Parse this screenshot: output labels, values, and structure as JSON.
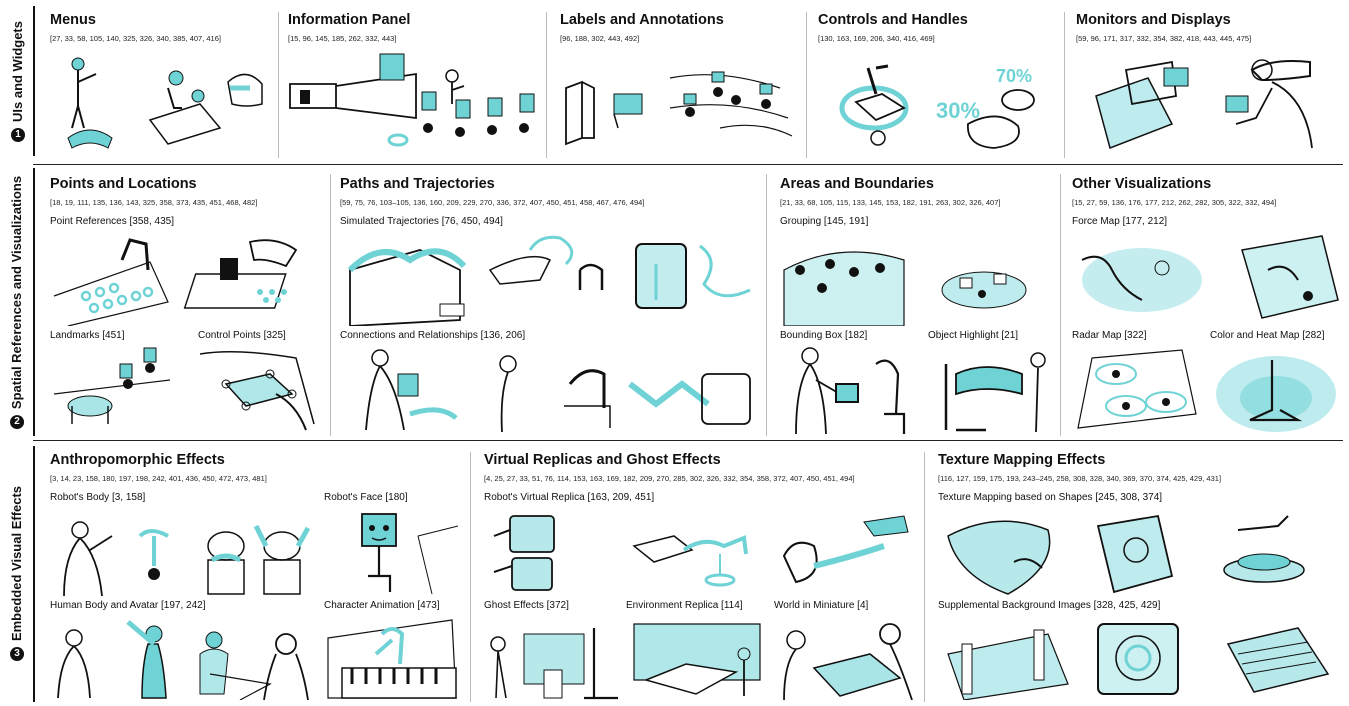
{
  "rows": [
    {
      "number": "1",
      "title": "UIs and Widgets"
    },
    {
      "number": "2",
      "title": "Spatial References and Visualizations"
    },
    {
      "number": "3",
      "title": "Embedded Visual Effects"
    }
  ],
  "row1": [
    {
      "title": "Menus",
      "refs": "[27, 33, 58, 105, 140, 325, 326, 340, 385, 407, 416]"
    },
    {
      "title": "Information Panel",
      "refs": "[15, 96, 145, 185, 262, 332, 443]"
    },
    {
      "title": "Labels and Annotations",
      "refs": "[96, 188, 302, 443, 492]"
    },
    {
      "title": "Controls and Handles",
      "refs": "[130, 163, 169, 206, 340, 416, 469]"
    },
    {
      "title": "Monitors and Displays",
      "refs": "[59, 96, 171, 317, 332, 354, 382, 418, 443, 445, 475]"
    }
  ],
  "row2": [
    {
      "title": "Points and Locations",
      "refs": "[18, 19, 111, 135, 136, 143, 325, 358, 373, 435, 451, 468, 482]"
    },
    {
      "title": "Paths and Trajectories",
      "refs": "[59, 75, 76, 103–105, 136, 160, 209, 229, 270, 336, 372, 407, 450, 451, 458, 467, 476, 494]"
    },
    {
      "title": "Areas and Boundaries",
      "refs": "[21, 33, 68, 105, 115, 133, 145, 153, 182, 191, 263, 302, 326, 407]"
    },
    {
      "title": "Other Visualizations",
      "refs": "[15, 27, 59, 136, 176, 177, 212, 262, 282, 305, 322, 332, 494]"
    }
  ],
  "row2_subs": {
    "point_references": "Point References [358, 435]",
    "landmarks": "Landmarks [451]",
    "control_points": "Control Points [325]",
    "simulated_trajectories": "Simulated Trajectories [76, 450, 494]",
    "connections": "Connections and Relationships [136, 206]",
    "grouping": "Grouping [145, 191]",
    "bounding_box": "Bounding Box [182]",
    "object_highlight": "Object Highlight [21]",
    "force_map": "Force Map [177, 212]",
    "radar_map": "Radar Map [322]",
    "heat_map": "Color and Heat Map [282]"
  },
  "row3": [
    {
      "title": "Anthropomorphic Effects",
      "refs": "[3, 14, 23, 158, 180, 197, 198, 242, 401, 436, 450, 472, 473, 481]"
    },
    {
      "title": "Virtual Replicas and Ghost Effects",
      "refs": "[4, 25, 27, 33, 51, 76, 114, 153, 163, 169, 182, 209, 270, 285, 302, 326, 332, 354, 358, 372, 407, 450, 451, 494]"
    },
    {
      "title": "Texture Mapping Effects",
      "refs": "[116, 127, 159, 175, 193, 243–245, 258, 308, 328, 340, 369, 370, 374, 425, 429, 431]"
    }
  ],
  "row3_subs": {
    "robot_body": "Robot's Body [3, 158]",
    "robot_face": "Robot's Face [180]",
    "human_body": "Human Body and Avatar [197, 242]",
    "character_animation": "Character Animation [473]",
    "robot_replica": "Robot's Virtual Replica [163, 209, 451]",
    "ghost_effects": "Ghost Effects [372]",
    "environment_replica": "Environment Replica [114]",
    "world_miniature": "World in Miniature [4]",
    "texture_shapes": "Texture Mapping based on Shapes [245, 308, 374]",
    "supplemental_bg": "Supplemental Background Images [328, 425, 429]"
  },
  "colors": {
    "accent": "#6fd3d6",
    "ink": "#111111",
    "rule": "#222222",
    "separator": "#bbbbbb"
  }
}
